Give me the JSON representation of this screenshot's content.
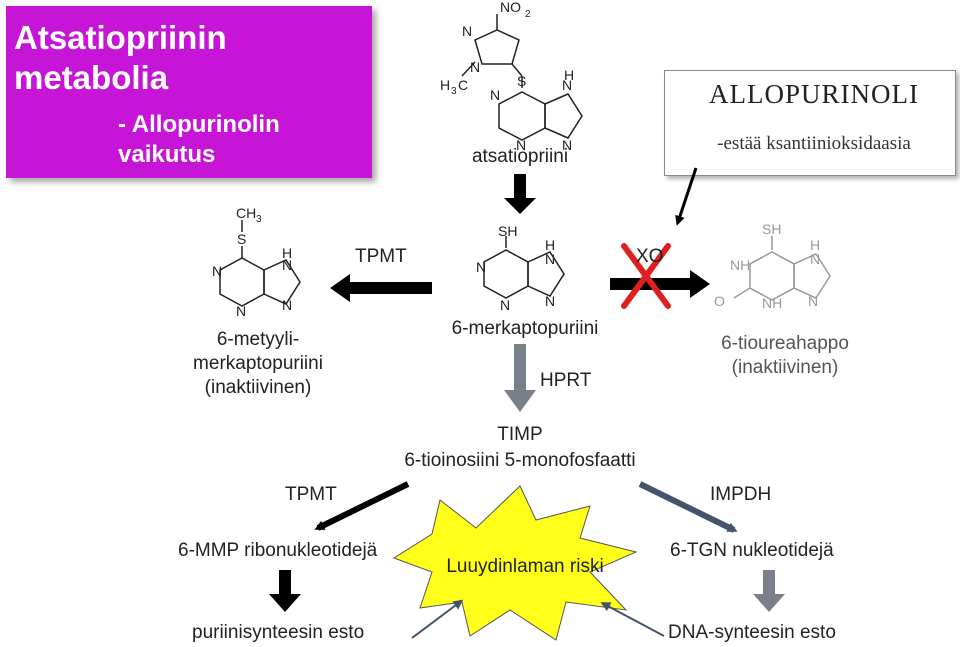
{
  "title": {
    "main": "Atsatiopriinin metabolia",
    "sub": "- Allopurinolin vaikutus"
  },
  "allopurinol": {
    "title": "ALLOPURINOLI",
    "subtitle": "-estää ksantiinioksidaasia"
  },
  "molecules": {
    "azathioprine": "atsatiopriini",
    "mercaptopurine": "6-merkaptopuriini",
    "methylmp": [
      "6-metyyli-",
      "merkaptopuriini",
      "(inaktiivinen)"
    ],
    "thiouric": [
      "6-tioureahappo",
      "(inaktiivinen)"
    ]
  },
  "chem_atoms": {
    "N": "N",
    "S": "S",
    "H": "H",
    "NH": "NH",
    "O": "O",
    "SH": "SH",
    "CH": "CH",
    "three": "3",
    "NO": "NO",
    "two": "2",
    "C": "C"
  },
  "enzymes": {
    "tpmt_top": "TPMT",
    "xo": "XO",
    "hprt": "HPRT",
    "tpmt_bottom": "TPMT",
    "impdh": "IMPDH"
  },
  "timp": {
    "abbr": "TIMP",
    "name": "6-tioinosiini 5-monofosfaatti"
  },
  "products": {
    "mmp_ribo": "6-MMP ribonukleotidejä",
    "purine_block": "puriinisynteesin esto",
    "tgn": "6-TGN nukleotidejä",
    "dna_block": "DNA-synteesin esto"
  },
  "risk": "Luuydinlaman riski",
  "colors": {
    "title_bg": "#c615d6",
    "star_fill": "#ffff1a",
    "gray_arrow": "#7a7f8c",
    "slate_arrow": "#44546a",
    "cross_red": "#e02020"
  }
}
